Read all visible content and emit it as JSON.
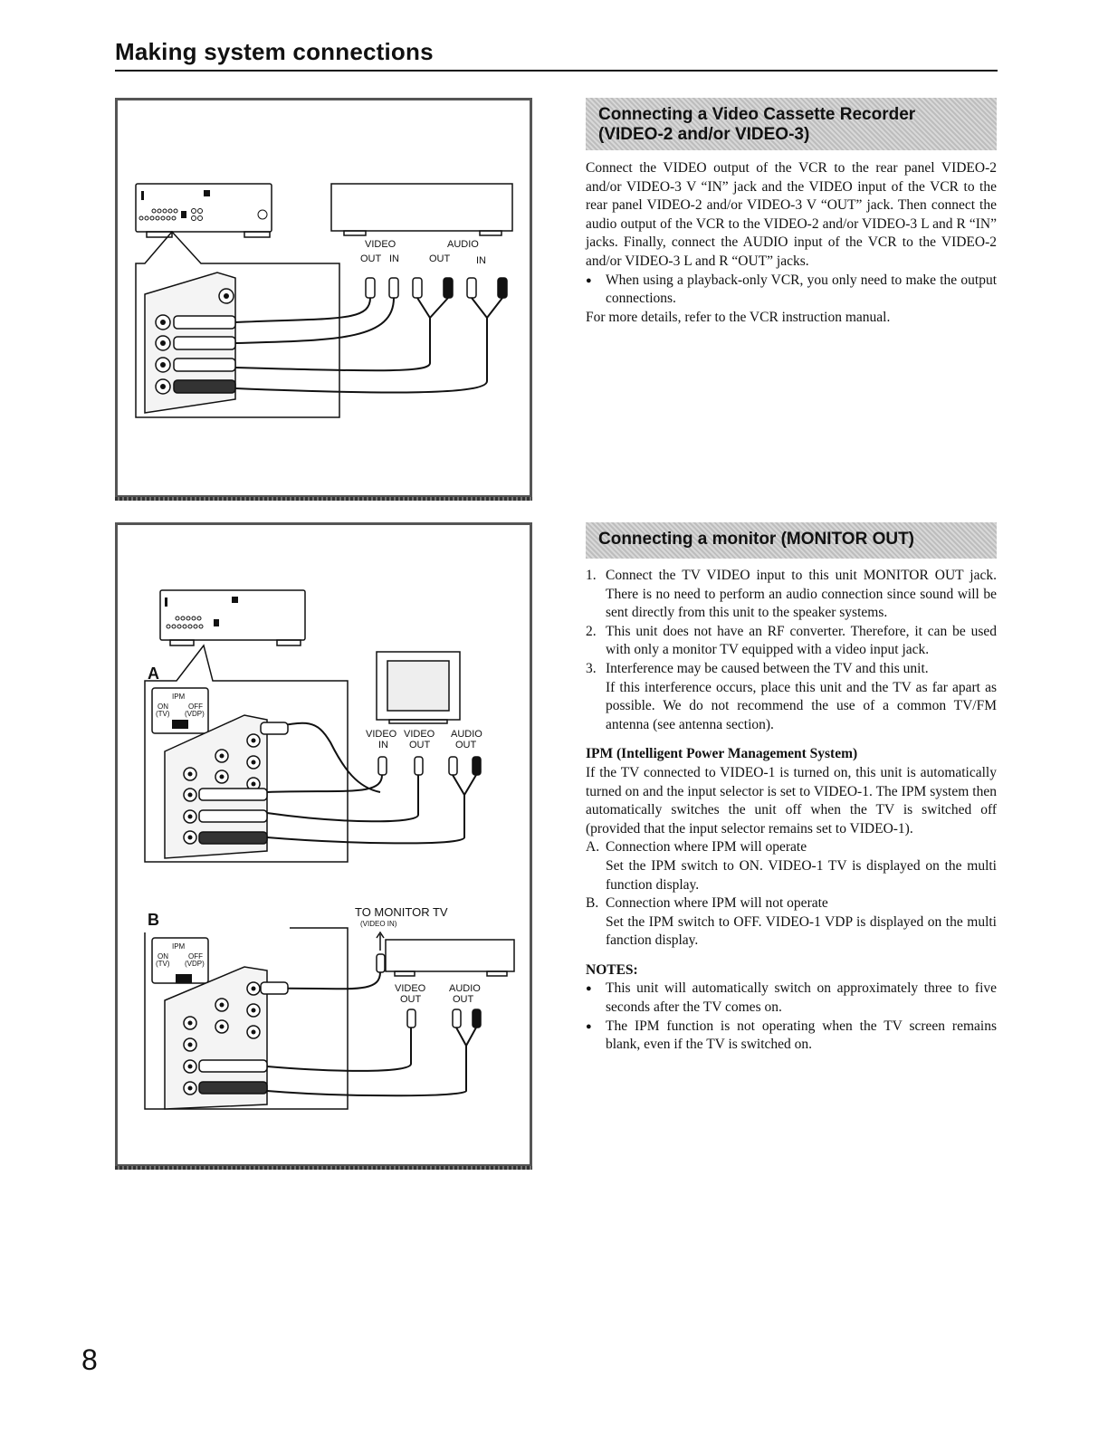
{
  "page": {
    "title": "Making system connections",
    "number": "8"
  },
  "vcr": {
    "header_line1": "Connecting a Video Cassette Recorder",
    "header_line2": "(VIDEO-2 and/or VIDEO-3)",
    "para1": "Connect the VIDEO output of the VCR to the rear panel VIDEO-2 and/or VIDEO-3 V “IN” jack and the VIDEO input of the VCR to the rear panel VIDEO-2 and/or VIDEO-3 V “OUT” jack. Then connect the audio output of the VCR to the VIDEO-2 and/or VIDEO-3 L and R “IN” jacks. Finally, connect the AUDIO input of the VCR to the VIDEO-2 and/or VIDEO-3 L and R “OUT” jacks.",
    "bullet1": "When using a playback-only VCR, you only need to make the output connections.",
    "para2": "For more details, refer to the VCR instruction manual.",
    "diagram": {
      "video_label": "VIDEO",
      "audio_label": "AUDIO",
      "video_out": "OUT",
      "video_in": "IN",
      "audio_out": "OUT",
      "audio_in": "IN"
    }
  },
  "monitor": {
    "header": "Connecting a monitor (MONITOR OUT)",
    "items": [
      {
        "num": "1.",
        "text": "Connect the TV VIDEO input to this unit MONITOR OUT jack. There is no need to perform an audio connection since sound will be sent directly from this unit to the speaker systems."
      },
      {
        "num": "2.",
        "text": "This unit does not have an RF converter. Therefore, it can be used with only a monitor TV equipped with a video input jack."
      },
      {
        "num": "3.",
        "text": "Interference may be caused between the TV and this unit.",
        "text2": "If this interference occurs, place this unit and the TV as far apart as possible. We do not recommend the use of a common TV/FM antenna (see antenna section)."
      }
    ],
    "ipm_heading": "IPM (Intelligent Power Management System)",
    "ipm_text": "If the TV connected to VIDEO-1 is turned on, this unit is automatically turned on and the input selector is set to VIDEO-1. The IPM system then automatically switches the unit off when the TV is switched off (provided that the input selector remains set to VIDEO-1).",
    "case_a_letter": "A.",
    "case_a_title": "Connection where IPM will operate",
    "case_a_text": "Set the IPM switch to ON. VIDEO-1 TV is displayed on the multi function display.",
    "case_b_letter": "B.",
    "case_b_title": "Connection where IPM will not operate",
    "case_b_text": "Set the IPM switch to OFF. VIDEO-1 VDP is displayed on the multi fanction display.",
    "notes_heading": "NOTES:",
    "notes": [
      "This unit will automatically switch on approximately three to five seconds after the TV comes on.",
      "The IPM function is not operating when the TV screen remains blank, even if the TV is switched on."
    ],
    "diagram": {
      "label_a": "A",
      "label_b": "B",
      "ipm": "IPM",
      "on": "ON",
      "off": "OFF",
      "tv": "(TV)",
      "vdp": "(VDP)",
      "video_in_label": "VIDEO",
      "video_out_label": "VIDEO",
      "audio_label": "AUDIO",
      "in": "IN",
      "out": "OUT",
      "to_monitor_tv": "TO MONITOR TV",
      "video_in_paren": "(VIDEO  IN)"
    }
  }
}
